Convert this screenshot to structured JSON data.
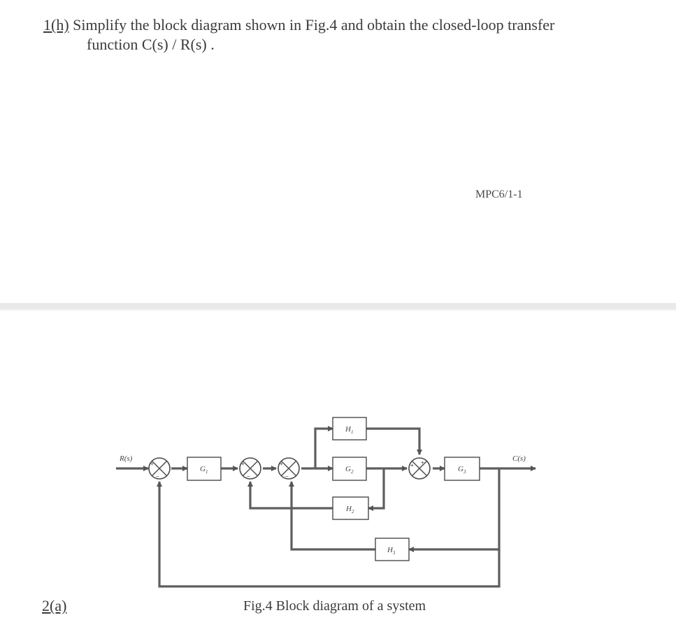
{
  "question_1h": {
    "number": "1(h)",
    "line1": "Simplify the block diagram shown in Fig.4 and obtain the closed-loop transfer",
    "line2": "function C(s) / R(s) ."
  },
  "page_code": "MPC6/1-1",
  "question_2a": {
    "number": "2(a)"
  },
  "figure": {
    "caption": "Fig.4 Block diagram of a system",
    "input_label": "R(s)",
    "output_label": "C(s)",
    "blocks": {
      "g1": "G",
      "g1_sub": "1",
      "g2": "G",
      "g2_sub": "2",
      "g3": "G",
      "g3_sub": "3",
      "h1": "H",
      "h1_sub": "1",
      "h2": "H",
      "h2_sub": "2",
      "h3": "H",
      "h3_sub": "3"
    },
    "signs": {
      "plus": "+",
      "minus": "−"
    }
  }
}
